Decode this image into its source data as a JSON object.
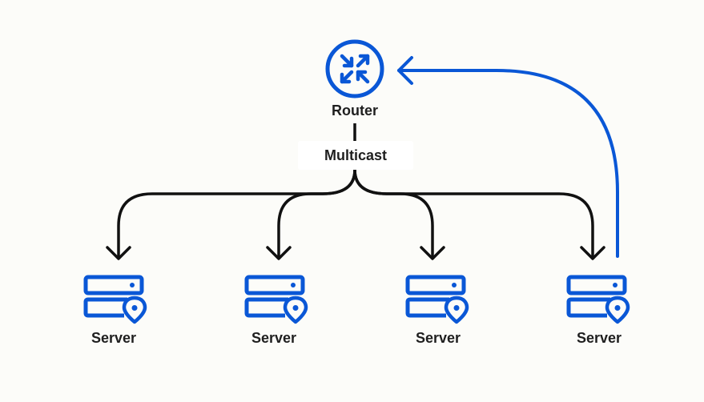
{
  "colors": {
    "background": "#fcfcf9",
    "accent": "#0a57d6",
    "line": "#111111",
    "text": "#1f1f1f"
  },
  "router": {
    "label": "Router",
    "icon": "router-icon"
  },
  "multicast": {
    "label": "Multicast"
  },
  "servers": [
    {
      "label": "Server",
      "icon": "server-location-icon"
    },
    {
      "label": "Server",
      "icon": "server-location-icon"
    },
    {
      "label": "Server",
      "icon": "server-location-icon"
    },
    {
      "label": "Server",
      "icon": "server-location-icon"
    }
  ]
}
